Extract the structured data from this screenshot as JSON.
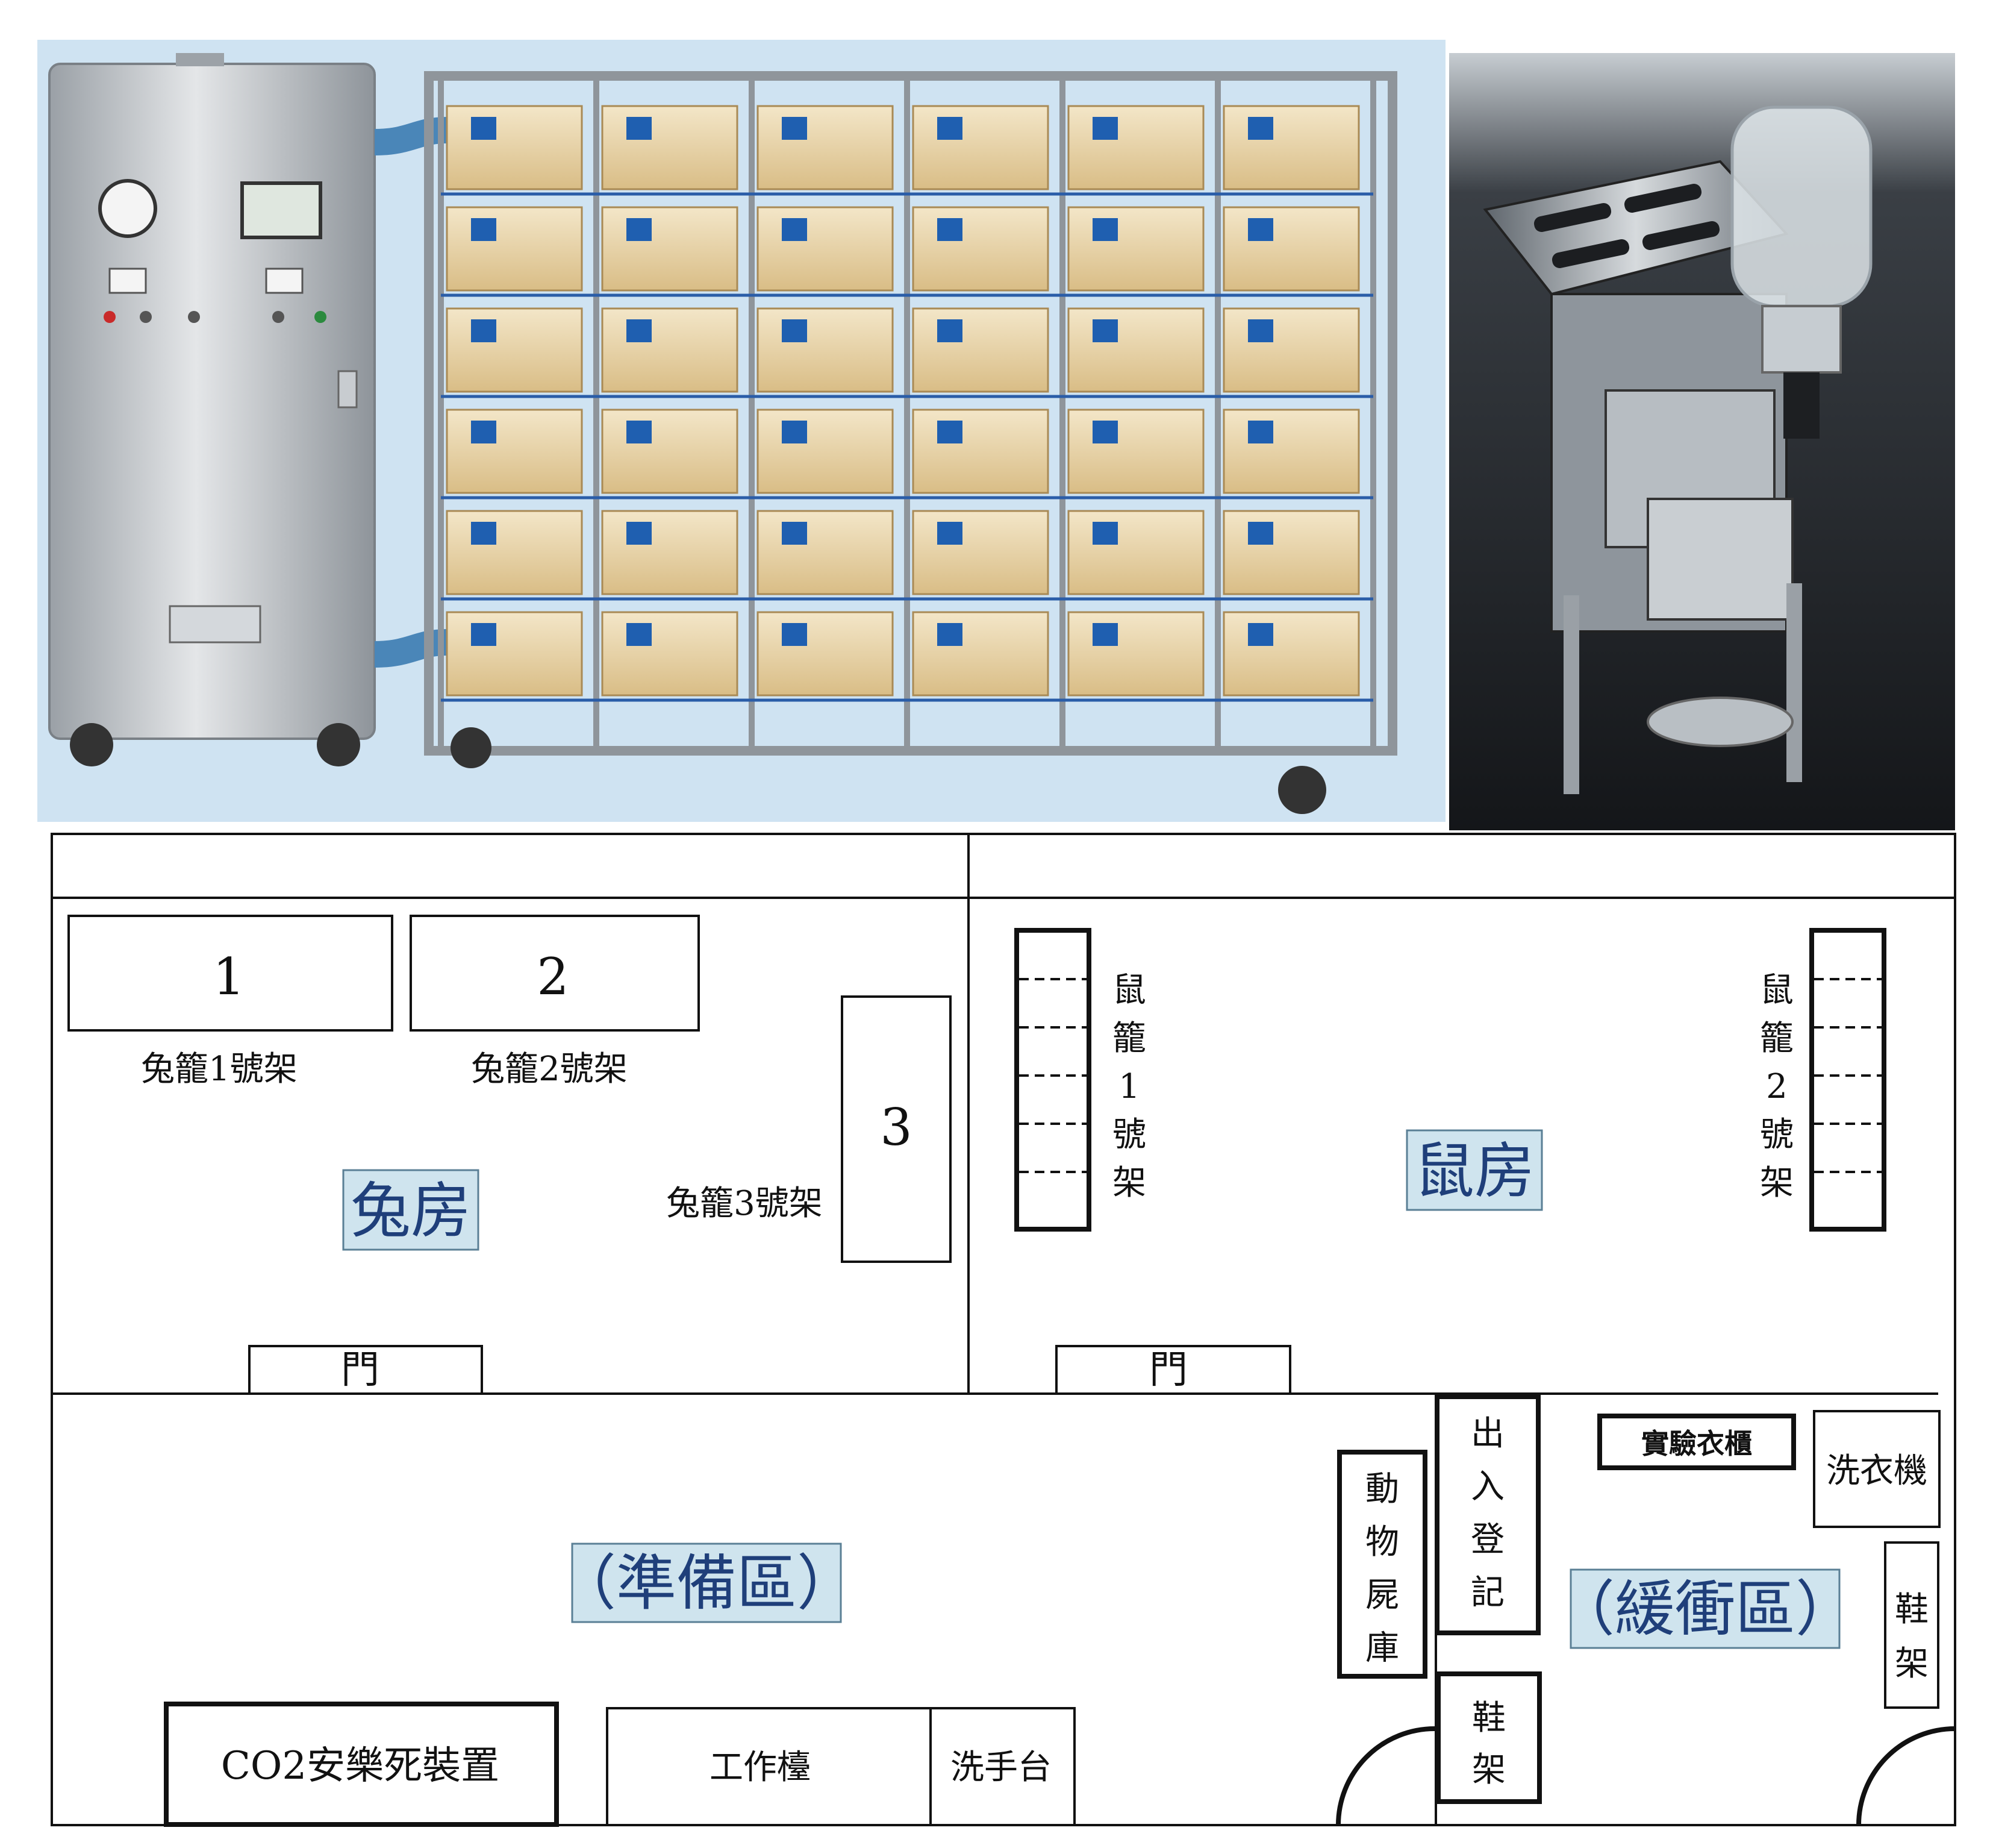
{
  "photos": {
    "rack": "ivc-cage-rack-photo",
    "cage": "stainless-rabbit-cage-photo"
  },
  "plan": {
    "rooms": {
      "rabbit": "兔房",
      "rat": "鼠房",
      "prep": "（準備區）",
      "buffer": "（緩衝區）"
    },
    "rabbit_racks": [
      {
        "number": "1",
        "label": "兔籠1號架"
      },
      {
        "number": "2",
        "label": "兔籠2號架"
      },
      {
        "number": "3",
        "label": "兔籠3號架"
      }
    ],
    "rat_racks": [
      {
        "label_chars": [
          "鼠",
          "籠",
          "1",
          "號",
          "架"
        ]
      },
      {
        "label_chars": [
          "鼠",
          "籠",
          "2",
          "號",
          "架"
        ]
      }
    ],
    "door_label": "門",
    "equipment": {
      "co2": "CO2安樂死裝置",
      "workbench": "工作檯",
      "sink": "洗手台",
      "carcass": [
        "動",
        "物",
        "屍",
        "庫"
      ],
      "register": [
        "出",
        "入",
        "登",
        "記"
      ],
      "shoe_rack_chars": [
        "鞋",
        "架"
      ],
      "coat_cabinet": "實驗衣櫃",
      "washer": "洗衣機"
    }
  },
  "colors": {
    "room_label_bg": "#cfe4ee",
    "room_label_text": "#1f3f7a",
    "rack_photo_bg": "#cfe3f2"
  }
}
